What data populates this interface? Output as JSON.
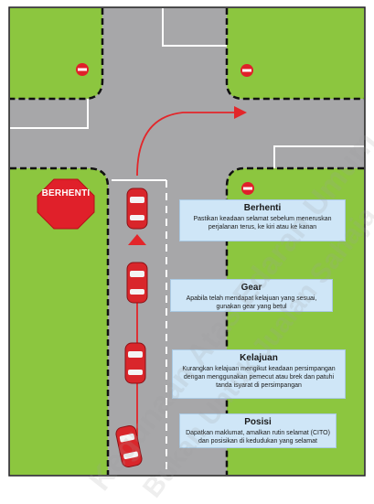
{
  "stop_sign": {
    "label": "BERHENTI",
    "color": "#e0202a"
  },
  "colors": {
    "grass": "#8cc63f",
    "road": "#a7a7a9",
    "car": "#d9262b",
    "arrow": "#e3262a",
    "info_box": "#cfe6f7"
  },
  "info_boxes": {
    "berhenti": {
      "title": "Berhenti",
      "text": "Pastikan keadaan selamat sebelum meneruskan perjalanan terus, ke kiri atau ke kanan"
    },
    "gear": {
      "title": "Gear",
      "text": "Apabila telah mendapat kelajuan yang sesuai, gunakan gear yang betul"
    },
    "kelajuan": {
      "title": "Kelajuan",
      "text": "Kurangkan kelajuan mengikut keadaan persimpangan dengan menggunakan pemecut atau brek dan patuhi tanda isyarat di persimpangan"
    },
    "posisi": {
      "title": "Posisi",
      "text": "Dapatkan maklumat, amalkan rutin selamat (CITO) dan posisikan di kedudukan yang selamat"
    }
  },
  "watermark": {
    "lines": [
      "Kegunaan Atas Edaran Umum",
      "Bukan Untuk Jualan Sahaja"
    ]
  },
  "icons": [
    "no-entry-sign-icon",
    "car-icon",
    "direction-arrow-icon",
    "stop-sign-icon"
  ]
}
